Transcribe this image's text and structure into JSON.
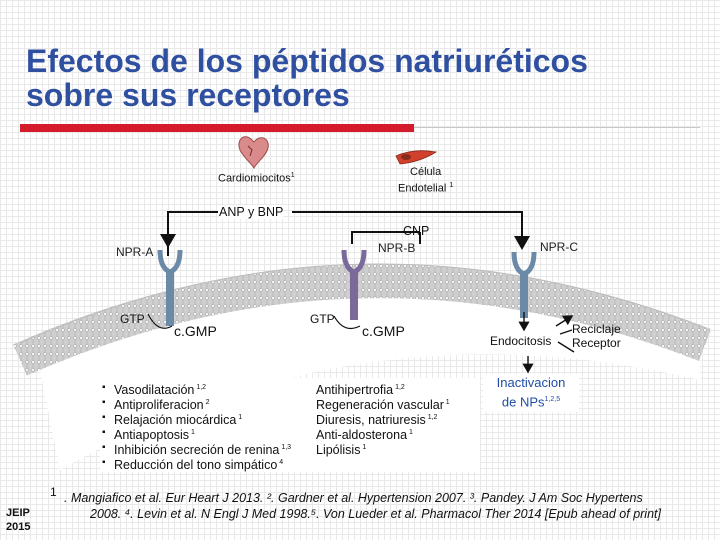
{
  "slide": {
    "title_line1": "Efectos de los péptidos natriuréticos",
    "title_line2": "sobre sus receptores",
    "accent_color": "#d41c2c",
    "title_color": "#2f4fa0"
  },
  "sources": {
    "cardio_label": "Cardiomiocitos",
    "cardio_ref": "1",
    "endo_label_1": "Célula",
    "endo_label_2": "Endotelial",
    "endo_ref": "1"
  },
  "ligands": {
    "anp_bnp": "ANP y BNP",
    "cnp": "CNP"
  },
  "receptors": {
    "npr_a": "NPR-A",
    "npr_b": "NPR-B",
    "npr_c": "NPR-C"
  },
  "signaling": {
    "gtp_a": "GTP",
    "cgmp_a": "c.GMP",
    "gtp_b": "GTP",
    "cgmp_b": "c.GMP"
  },
  "npr_c_fate": {
    "endocitosis": "Endocitosis",
    "reciclaje_1": "Reciclaje",
    "reciclaje_2": "Receptor",
    "inactivacion": "Inactivacion",
    "de_nps": "de NPs",
    "de_nps_refs": "1,2,5"
  },
  "effects_left": [
    {
      "text": "Vasodilatación",
      "refs": "1,2"
    },
    {
      "text": "Antiproliferacion",
      "refs": "2"
    },
    {
      "text": "Relajación miocárdica",
      "refs": "1"
    },
    {
      "text": "Antiapoptosis",
      "refs": "1"
    },
    {
      "text": "Inhibición secreción de renina",
      "refs": "1,3"
    },
    {
      "text": "Reducción del tono simpático",
      "refs": "4"
    }
  ],
  "effects_right": [
    {
      "text": "Antihipertrofia",
      "refs": "1,2"
    },
    {
      "text": "Regeneración vascular",
      "refs": "1"
    },
    {
      "text": "Diuresis, natriuresis",
      "refs": "1,2"
    },
    {
      "text": "Anti-aldosterona",
      "refs": "1"
    },
    {
      "text": "Lipólisis",
      "refs": "1"
    }
  ],
  "references": {
    "marker": "1",
    "line1": ". Mangiafico et al. Eur Heart J 2013. ². Gardner et al. Hypertension 2007. ³. Pandey. J Am Soc Hypertens",
    "line2": "2008. ⁴. Levin et al. N Engl J Med 1998.⁵. Von Lueder et al. Pharmacol Ther 2014 [Epub ahead of print]"
  },
  "footer": {
    "journal": "JEIP",
    "year": "2015"
  },
  "colors": {
    "membrane_bg": "#d8d8d8",
    "receptor_a": "#6b8aa8",
    "receptor_b": "#7a6a9c",
    "receptor_c": "#6b8aa8",
    "link_blue": "#1f4ea8"
  }
}
